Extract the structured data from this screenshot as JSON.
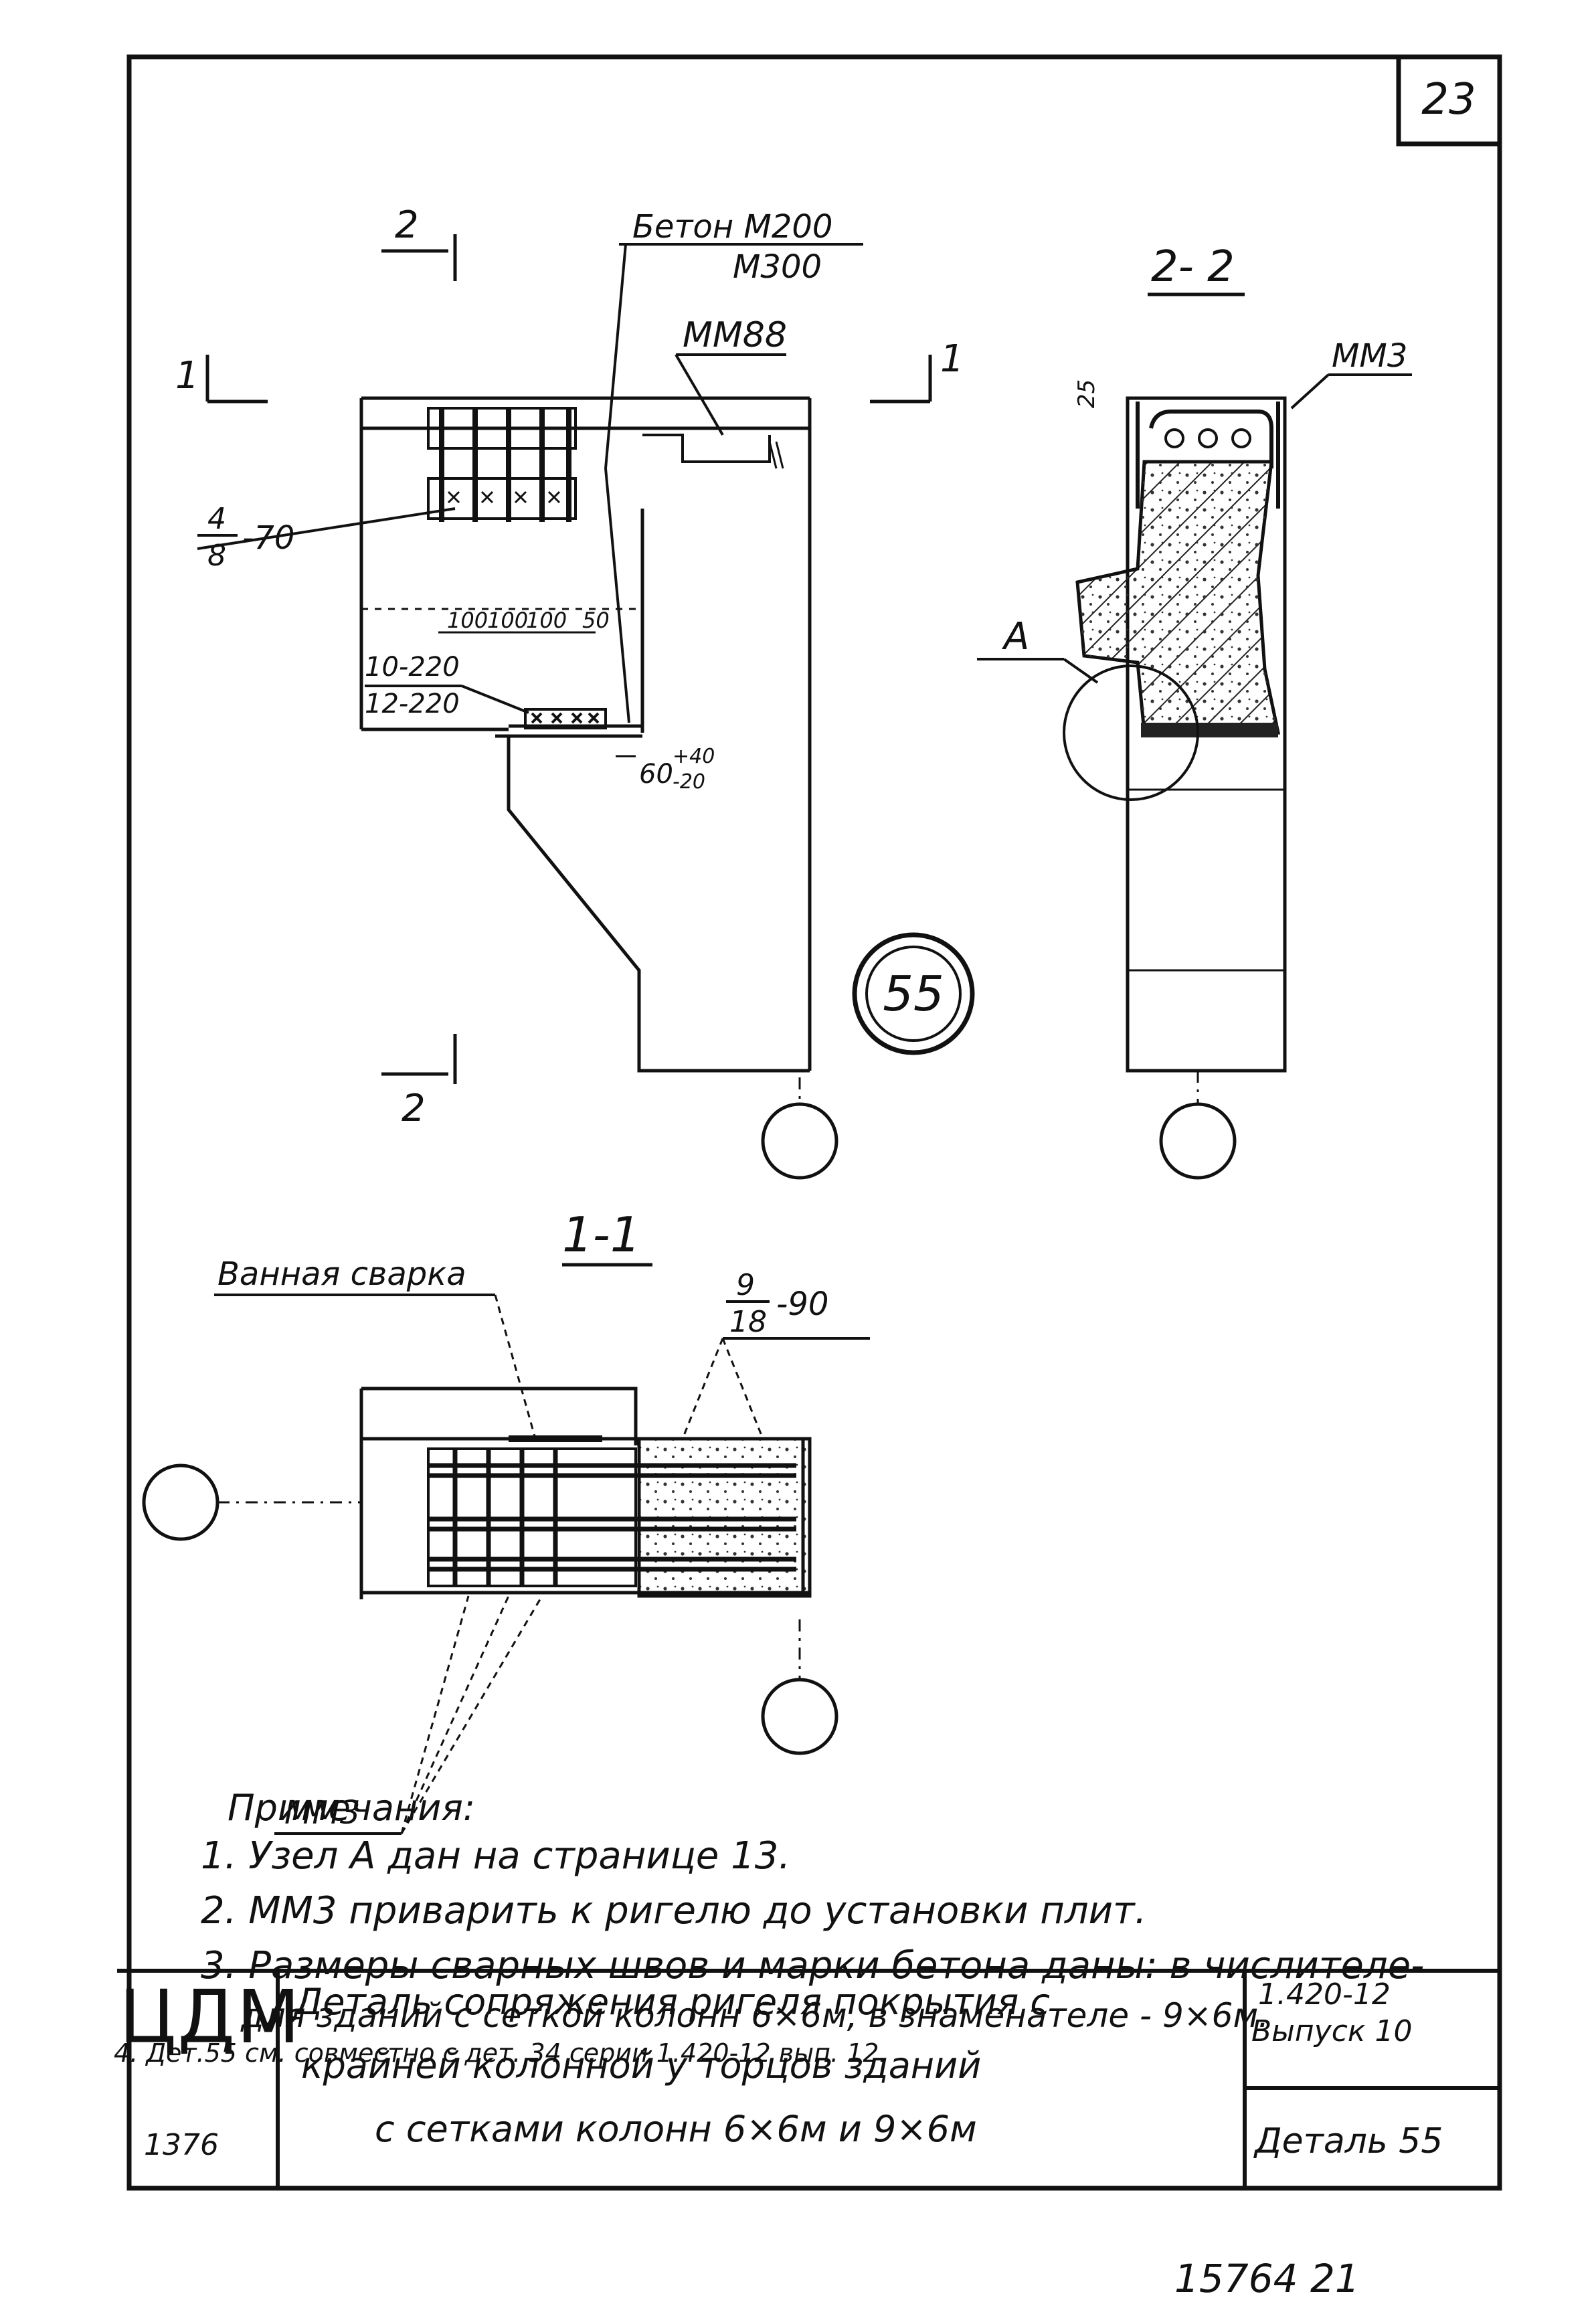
{
  "sheet": {
    "page_number": "23",
    "detail_marker": "55"
  },
  "labels": {
    "concrete_top": "Бетон М200",
    "concrete_bottom": "М300",
    "mm88": "ММ88",
    "mm3_section": "ММ3",
    "rib_top": "4",
    "rib_bottom": "8",
    "rib_suffix": "-70",
    "dims_100a": "100",
    "dims_100b": "100",
    "dims_100c": "100",
    "dims_50": "50",
    "weld_top": "10-220",
    "weld_bottom": "12-220",
    "gap_base": "60",
    "gap_plus": "+40",
    "gap_minus": "-20",
    "node_a": "А",
    "dim_25": "25",
    "cut1_left": "1",
    "cut1_right": "1",
    "cut2_top": "2",
    "cut2_bottom": "2",
    "sec22_title": "2- 2",
    "sec11_title": "1-1",
    "bath_weld": "Ванная сварка",
    "frac_top": "9",
    "frac_bottom": "18",
    "frac_suffix": "-90",
    "mm3_plan": "ММ3"
  },
  "notes": {
    "heading": "Примечания:",
    "items": [
      "1. Узел А дан на странице 13.",
      "2. ММ3 приварить к ригелю до установки плит.",
      "3. Размеры сварных швов и марки бетона даны: в числителе-"
    ],
    "item3_cont": "для зданий с сеткой колонн 6×6м, в знаменателе - 9×6м.",
    "footnote": "4. Дет.55 см. совместно с дет. 34 серии 1.420-12 вып. 12."
  },
  "title_block": {
    "org": "ЦДМ",
    "org_code": "1376",
    "title_line1": "Деталь сопряжения ригеля покрытия с",
    "title_line2": "крайней колонной у торцов зданий",
    "title_line3": "с сетками колонн 6×6м и 9×6м",
    "series": "1.420-12",
    "issue": "Выпуск 10",
    "detail": "Деталь 55"
  },
  "stamp": "15764 21"
}
